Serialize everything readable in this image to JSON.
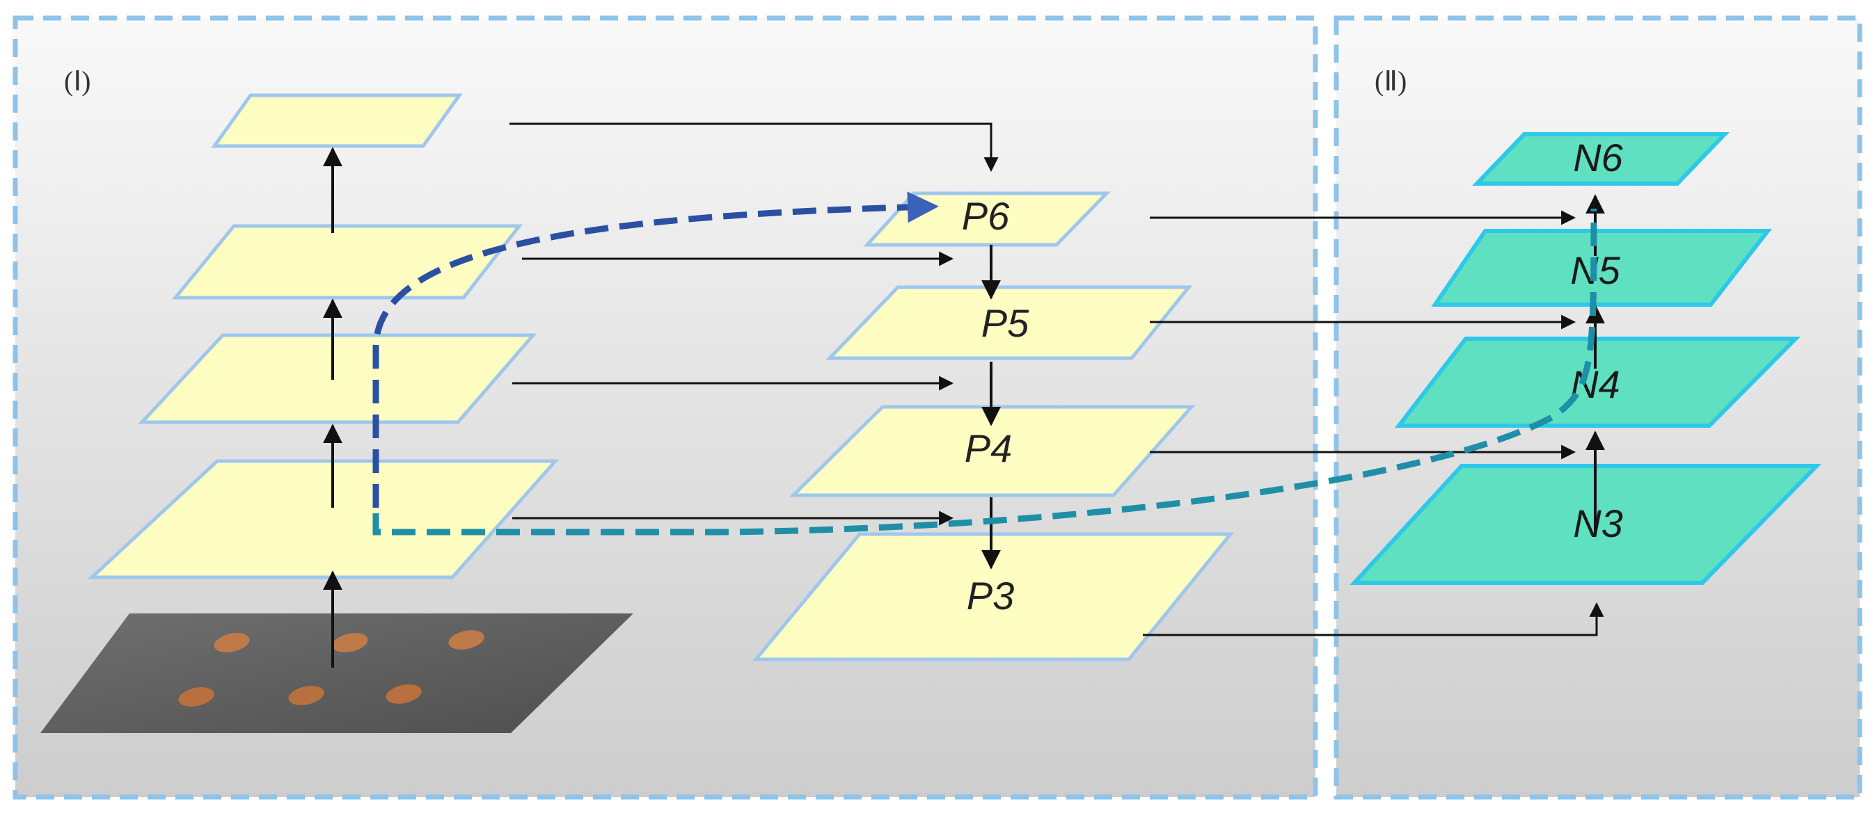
{
  "panels": [
    {
      "id": "backbone",
      "label": "(Ⅰ)"
    },
    {
      "id": "neck",
      "label": "(Ⅱ)"
    }
  ],
  "backbone_layers": [
    {
      "id": "c1",
      "label": ""
    },
    {
      "id": "c2",
      "label": ""
    },
    {
      "id": "c3",
      "label": ""
    },
    {
      "id": "c4",
      "label": ""
    }
  ],
  "fpn_layers": [
    {
      "id": "P6",
      "label": "P6"
    },
    {
      "id": "P5",
      "label": "P5"
    },
    {
      "id": "P4",
      "label": "P4"
    },
    {
      "id": "P3",
      "label": "P3"
    }
  ],
  "pan_layers": [
    {
      "id": "N6",
      "label": "N6"
    },
    {
      "id": "N5",
      "label": "N5"
    },
    {
      "id": "N4",
      "label": "N4"
    },
    {
      "id": "N3",
      "label": "N3"
    }
  ],
  "input_image": {
    "object_count": 6
  },
  "colors": {
    "panel_border": "#8ec3ea",
    "panel_bg_top": "#f8f8f8",
    "panel_bg_bottom": "#cfcfcf",
    "layer_fill": "#fffec2",
    "layer_stroke": "#9fc7ec",
    "pan_fill": "#5fe0c0",
    "pan_stroke": "#2ec8e8",
    "arrow": "#111111",
    "path_dark_blue": "#2b4fa2",
    "path_teal": "#1f8fa8",
    "image_bg": "#5e5e5e",
    "object": "#c07a4a"
  }
}
